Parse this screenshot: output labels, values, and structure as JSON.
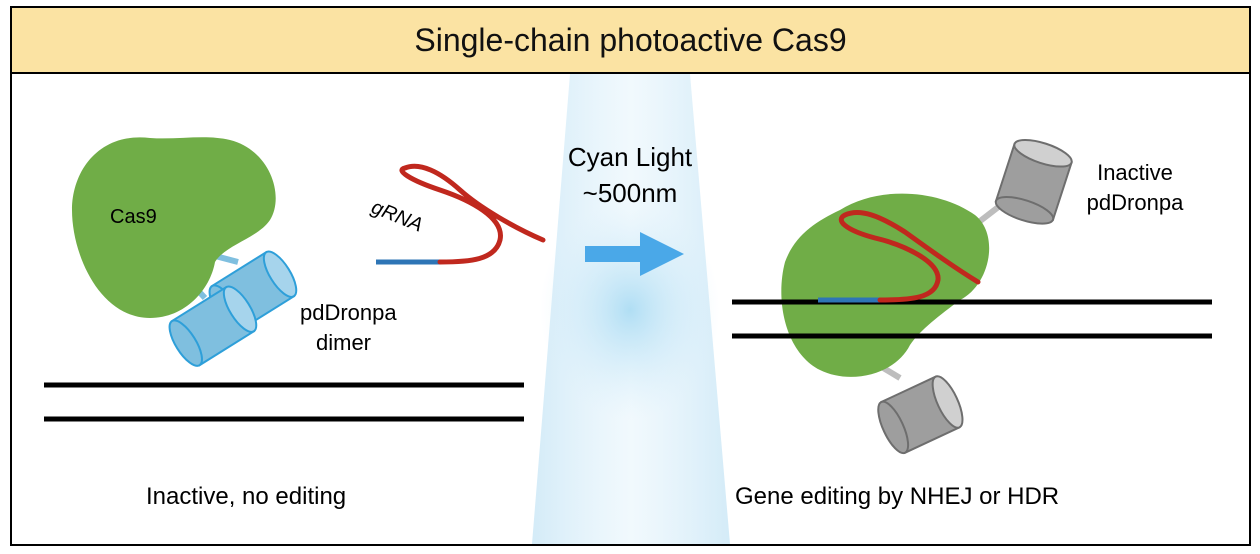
{
  "title": "Single-chain photoactive Cas9",
  "left_panel": {
    "cas9_label": "Cas9",
    "grna_label": "gRNA",
    "pddronpa_label_line1": "pdDronpa",
    "pddronpa_label_line2": "dimer",
    "caption": "Inactive, no editing"
  },
  "light": {
    "line1": "Cyan Light",
    "line2": "~500nm"
  },
  "right_panel": {
    "inactive_line1": "Inactive",
    "inactive_line2": "pdDronpa",
    "caption": "Gene editing by NHEJ or HDR"
  },
  "colors": {
    "cas9_green": "#70ad47",
    "pddronpa_blue": "#7fbfdf",
    "pddronpa_edge": "#2e9fd9",
    "grna_red": "#c0281e",
    "dna_blue": "#2e75b6",
    "arrow_blue": "#4aa8e8",
    "inactive_grey": "#9e9e9e",
    "title_bg": "#fbe3a3"
  }
}
